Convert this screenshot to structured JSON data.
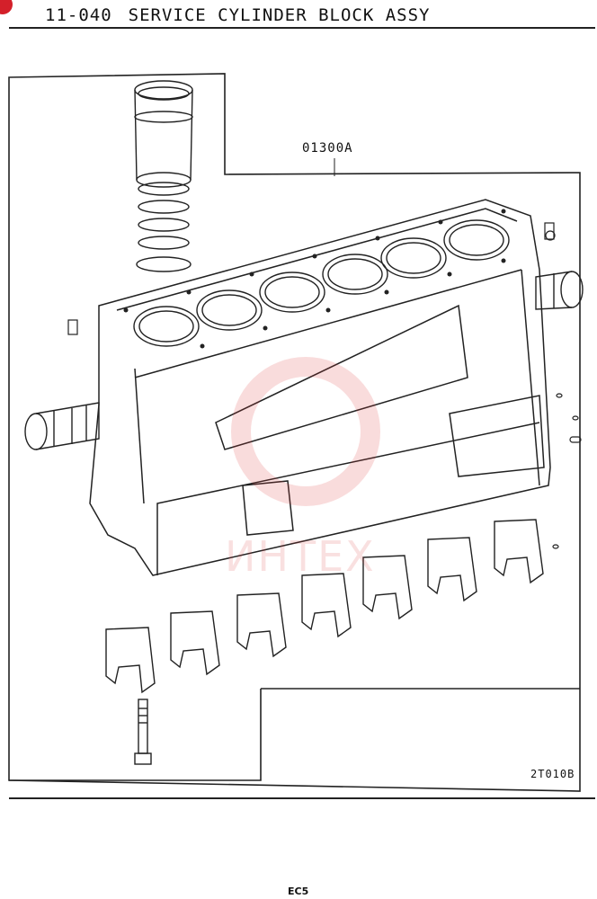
{
  "header": {
    "number": "11-040",
    "title": "SERVICE CYLINDER BLOCK ASSY"
  },
  "diagram": {
    "part_number": "01300A",
    "figure_code": "2T010B",
    "watermark": "ИНТЕХ"
  },
  "footer": {
    "code": "EC5"
  },
  "colors": {
    "ink": "#111111",
    "badge": "#d4202a",
    "watermark": "#dc3c3c"
  }
}
